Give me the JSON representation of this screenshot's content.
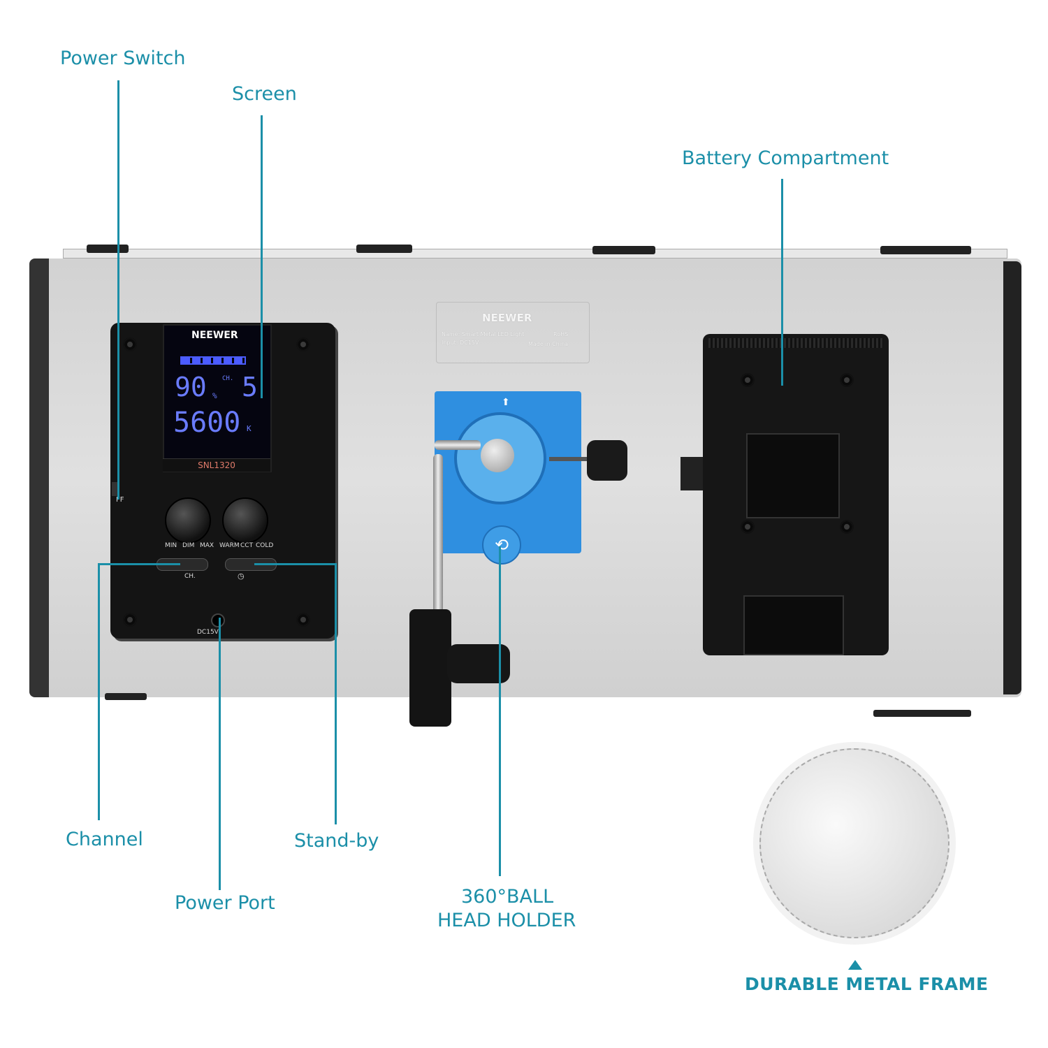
{
  "callouts": {
    "power_switch": "Power Switch",
    "screen": "Screen",
    "battery_compartment": "Battery Compartment",
    "channel": "Channel",
    "stand_by": "Stand-by",
    "power_port": "Power Port",
    "ball_head_line1": "360°BALL",
    "ball_head_line2": "HEAD HOLDER",
    "durable_frame": "DURABLE METAL FRAME"
  },
  "device": {
    "brand": "NEEWER",
    "model": "SNL1320",
    "display_brightness": "90",
    "display_brightness_unit": "%",
    "display_channel_label": "CH.",
    "display_channel": "5",
    "display_temperature": "5600",
    "display_temperature_unit": "K",
    "knob1_labels": [
      "MIN",
      "DIM",
      "MAX"
    ],
    "knob2_labels": [
      "WARM",
      "CCT",
      "COLD"
    ],
    "button_ch_label": "CH.",
    "port_label": "DC15V",
    "switch_label": "FF",
    "plate_brand": "NEEWER",
    "plate_line1": "Name: Smart Metal LED Light",
    "plate_line2": "Input: DC15V",
    "plate_right1": "RoHS",
    "plate_right2": "Made in China"
  },
  "colors": {
    "accent": "#1b8fa8",
    "mount_blue": "#2f8fe0"
  }
}
